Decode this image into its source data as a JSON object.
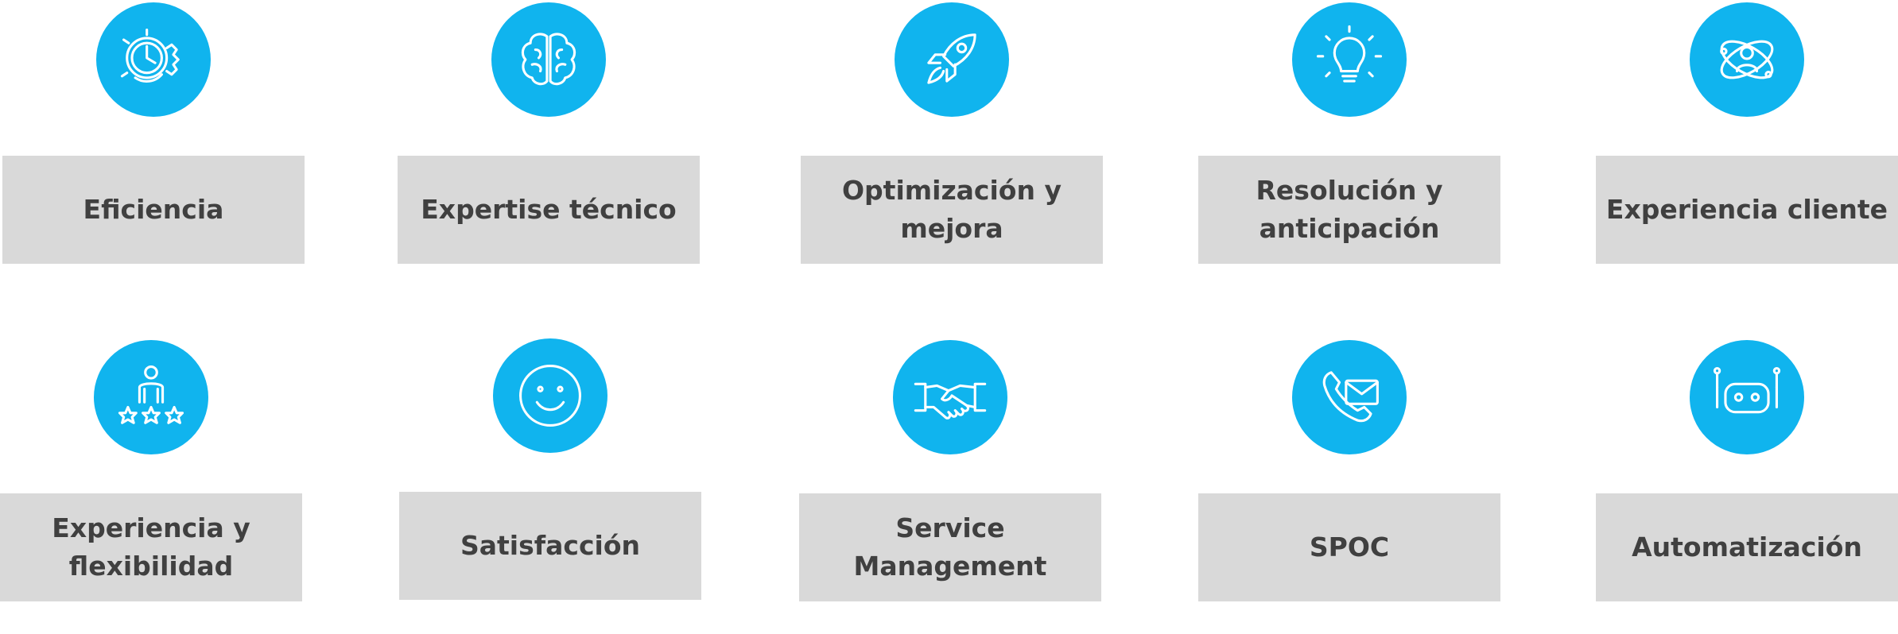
{
  "colors": {
    "accent": "#10b4ee",
    "box": "#d9d9d9",
    "text": "#404040",
    "background": "#ffffff"
  },
  "items": [
    {
      "label": "Eficiencia",
      "icon": "clock-gear-icon"
    },
    {
      "label": "Expertise técnico",
      "icon": "brain-icon"
    },
    {
      "label": "Optimización y\nmejora",
      "icon": "rocket-icon"
    },
    {
      "label": "Resolución y\nanticipación",
      "icon": "lightbulb-icon"
    },
    {
      "label": "Experiencia cliente",
      "icon": "user-orbit-icon"
    },
    {
      "label": "Experiencia y\nflexibilidad",
      "icon": "person-stars-icon"
    },
    {
      "label": "Satisfacción",
      "icon": "smiley-icon"
    },
    {
      "label": "Service\nManagement",
      "icon": "handshake-icon"
    },
    {
      "label": "SPOC",
      "icon": "phone-mail-icon"
    },
    {
      "label": "Automatización",
      "icon": "robot-icon"
    }
  ]
}
